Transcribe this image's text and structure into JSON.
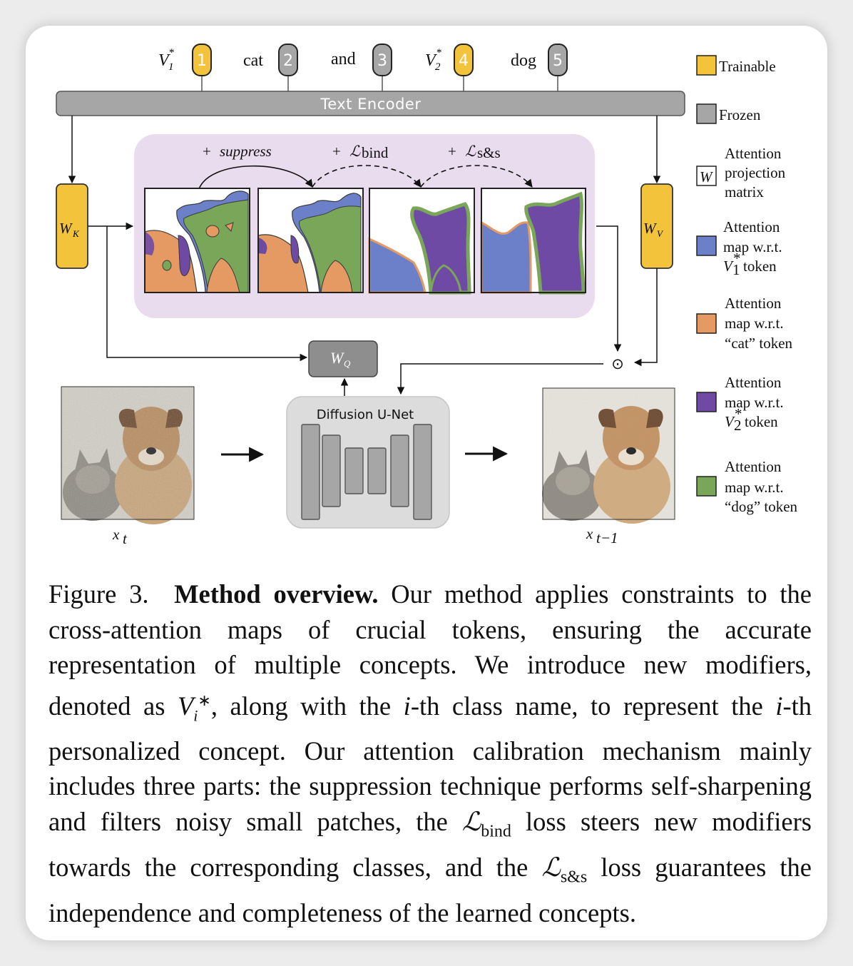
{
  "tokens": [
    {
      "label": "V",
      "sup": "*",
      "sub": "1",
      "num": "1",
      "type": "trainable"
    },
    {
      "label": "cat",
      "num": "2",
      "type": "frozen"
    },
    {
      "label": "and",
      "num": "3",
      "type": "frozen"
    },
    {
      "label": "V",
      "sup": "*",
      "sub": "2",
      "num": "4",
      "type": "trainable"
    },
    {
      "label": "dog",
      "num": "5",
      "type": "frozen"
    }
  ],
  "text_encoder": "Text Encoder",
  "weights": {
    "k": {
      "symbol": "W",
      "sub": "K"
    },
    "v": {
      "symbol": "W",
      "sub": "V"
    },
    "q": {
      "symbol": "W",
      "sub": "Q"
    }
  },
  "stage_labels": {
    "suppress_plus": "+",
    "suppress": "suppress",
    "bind_plus": "+",
    "bind_L": "ℒ",
    "bind_sub": "bind",
    "ss_plus": "+",
    "ss_L": "ℒ",
    "ss_sub": "s&s"
  },
  "hadamard": "⊙",
  "unet_label": "Diffusion U-Net",
  "xt": {
    "symbol": "x",
    "sub": "t"
  },
  "xt1": {
    "symbol": "x",
    "sub": "t−1"
  },
  "legend": {
    "trainable": "Trainable",
    "frozen": "Frozen",
    "w_symbol": "W",
    "proj": [
      "Attention",
      "projection",
      "matrix"
    ],
    "v1": {
      "line1": "Attention",
      "line2": "map  w.r.t.",
      "line3_sym": "V",
      "line3_sub": "1",
      "line3_sup": "*",
      "line3_rest": "token"
    },
    "cat": {
      "line1": "Attention",
      "line2": "map  w.r.t.",
      "line3": "“cat” token"
    },
    "v2": {
      "line1": "Attention",
      "line2": "map  w.r.t.",
      "line3_sym": "V",
      "line3_sub": "2",
      "line3_sup": "*",
      "line3_rest": "token"
    },
    "dog": {
      "line1": "Attention",
      "line2": "map  w.r.t.",
      "line3": "“dog” token"
    }
  },
  "colors": {
    "trainable": "#f3c33c",
    "frozen": "#a6a6a6",
    "v1_blue": "#6b80c8",
    "cat_orange": "#e49a62",
    "v2_purple": "#6f4aa5",
    "dog_green": "#7aa659",
    "panel_bg": "#eadcef"
  },
  "caption": {
    "fig": "Figure 3.",
    "title": "Method overview.",
    "p1": "Our method applies constraints to the cross-attention maps of crucial tokens, ensuring the accurate representation of multiple concepts. We introduce new modifiers, denoted as",
    "vi_sym": "V",
    "vi_sub": "i",
    "vi_sup": "∗",
    "p2": ", along with the",
    "i1": "i",
    "p3": "-th class name, to represent the",
    "i2": "i",
    "p4": "-th personalized concept. Our attention calibration mechanism mainly includes three parts: the suppression technique performs self-sharpening and filters noisy small patches, the",
    "L1": "ℒ",
    "L1_sub": "bind",
    "p5": "loss steers new modifiers towards the corresponding classes, and the",
    "L2": "ℒ",
    "L2_sub": "s&s",
    "p6": "loss guarantees the independence and completeness of the learned concepts."
  }
}
